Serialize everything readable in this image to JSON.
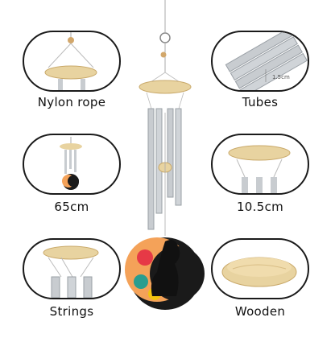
{
  "labels": {
    "nylon": "Nylon rope",
    "tubes": "Tubes",
    "height": "65cm",
    "width": "10.5cm",
    "strings": "Strings",
    "wooden": "Wooden"
  },
  "tube_diameter": "1.5cm",
  "colors": {
    "wood": "#e8d3a0",
    "wood_dark": "#c9a96a",
    "tube": "#c8ccd0",
    "outline": "#1a1a1a"
  }
}
